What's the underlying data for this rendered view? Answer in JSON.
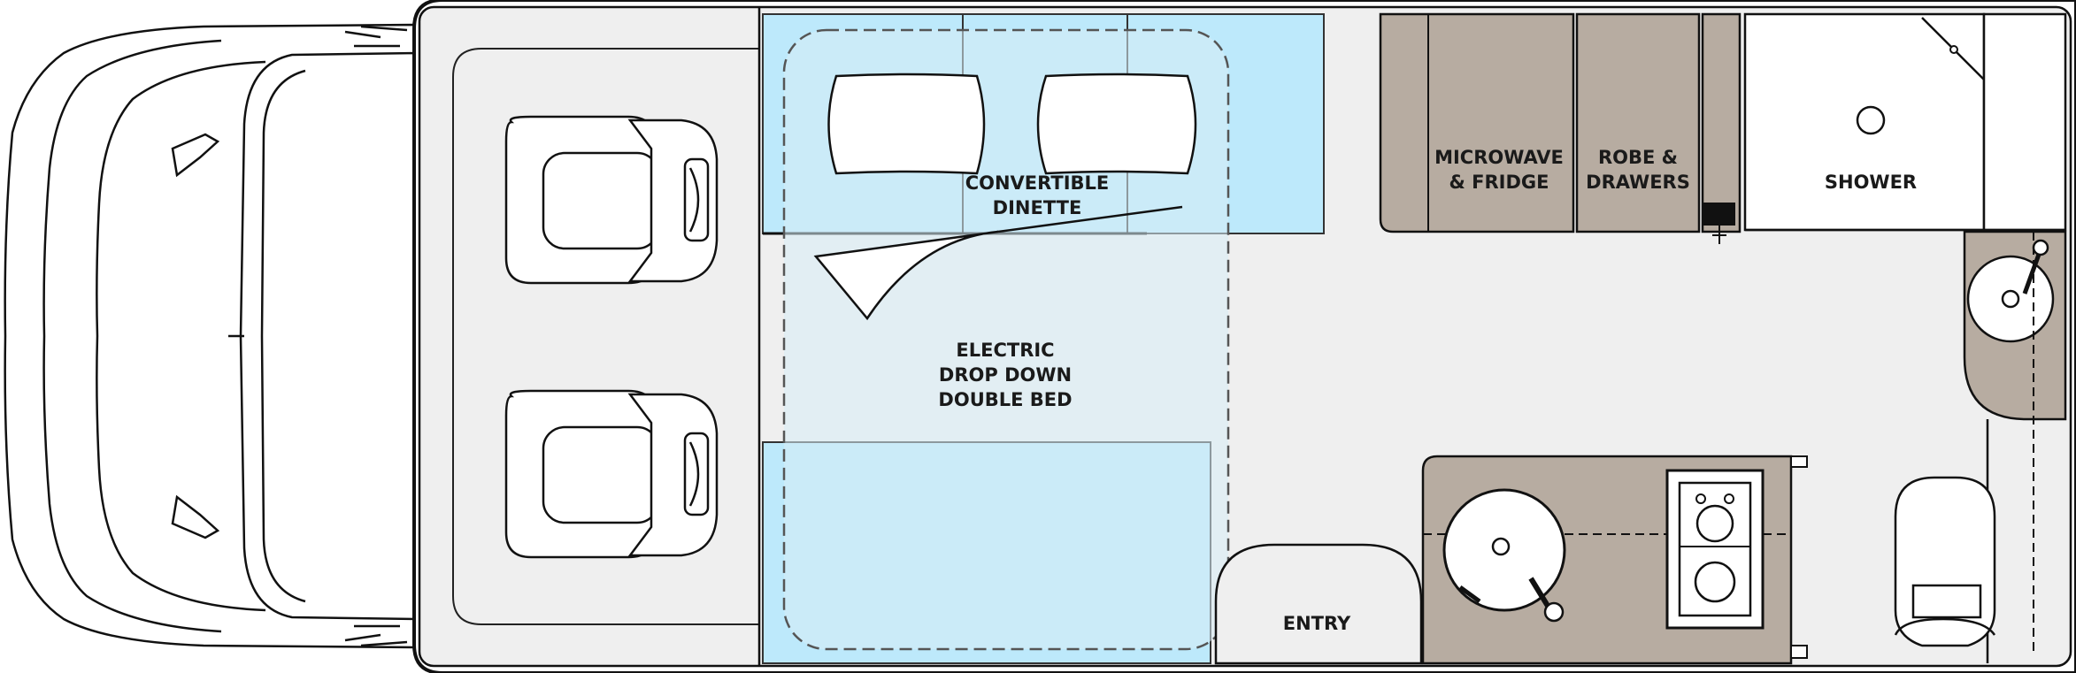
{
  "labels": {
    "dinette": [
      "CONVERTIBLE",
      "DINETTE"
    ],
    "bed": [
      "ELECTRIC",
      "DROP DOWN",
      "DOUBLE BED"
    ],
    "microwave": [
      "MICROWAVE",
      "& FRIDGE"
    ],
    "robe": [
      "ROBE &",
      "DRAWERS"
    ],
    "shower": "SHOWER",
    "entry": "ENTRY"
  },
  "colors": {
    "outline": "#111111",
    "floor": "#efefef",
    "cabinet": "#b7aca1",
    "cushion": "#bde9fb",
    "bed_overlay": "#d7ecf6",
    "white": "#ffffff"
  }
}
